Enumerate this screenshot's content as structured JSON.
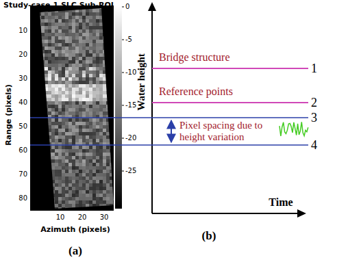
{
  "diagram": {
    "labels": [
      "Study-case 1 SLC Sub-ROI",
      "10",
      "20",
      "30",
      "40",
      "50",
      "60",
      "70",
      "80",
      "Range (pixels)",
      "10",
      "20",
      "30",
      "Azimuth (pixels)",
      "0",
      "-5",
      "-10",
      "-15",
      "-20",
      "-25",
      "(a)",
      "Water height",
      "Bridge structure",
      "Reference points",
      "Pixel spacing due to height variation",
      "Time",
      "(b)",
      "1",
      "2",
      "3",
      "4"
    ]
  }
}
